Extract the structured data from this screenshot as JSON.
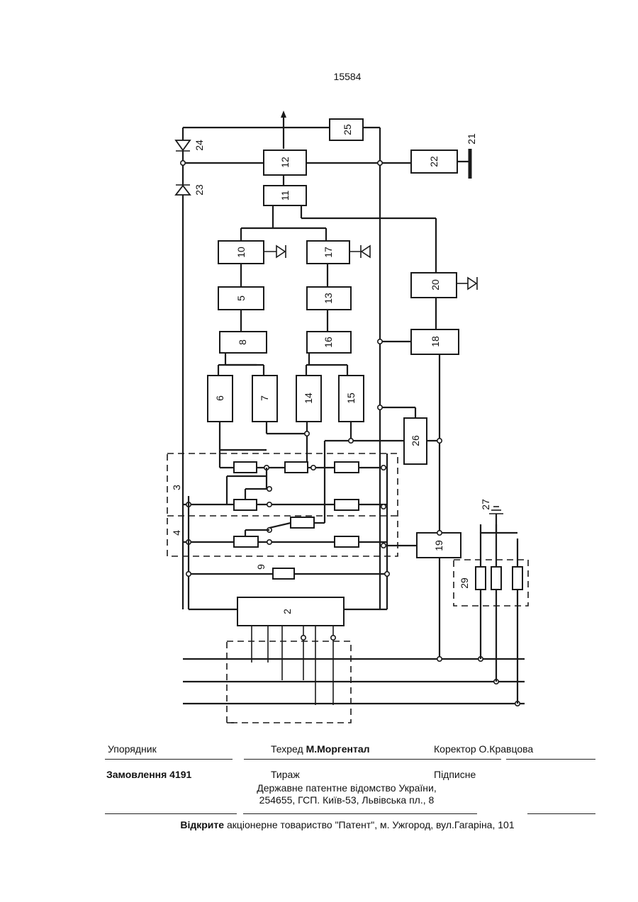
{
  "page_number": "15584",
  "diagram": {
    "labels": [
      "2",
      "3",
      "4",
      "5",
      "6",
      "7",
      "8",
      "9",
      "10",
      "11",
      "12",
      "13",
      "14",
      "15",
      "16",
      "17",
      "18",
      "19",
      "20",
      "21",
      "22",
      "23",
      "24",
      "25",
      "26",
      "27",
      "29"
    ]
  },
  "footer": {
    "compiler_label": "Упорядник",
    "tech_editor_label": "Техред",
    "tech_editor_name": "М.Моргентал",
    "corrector": "Коректор О.Кравцова",
    "order": "Замовлення 4191",
    "circulation": "Тираж",
    "subscription": "Підписне",
    "office_line1": "Державне  патентне  відомство  України,",
    "office_line2": "254655, ГСП. Київ-53, Львівська пл., 8",
    "publisher_bold": "Відкрите",
    "publisher_rest": " акціонерне товариство   \"Патент\", м. Ужгород, вул.Гагаріна, 101"
  }
}
